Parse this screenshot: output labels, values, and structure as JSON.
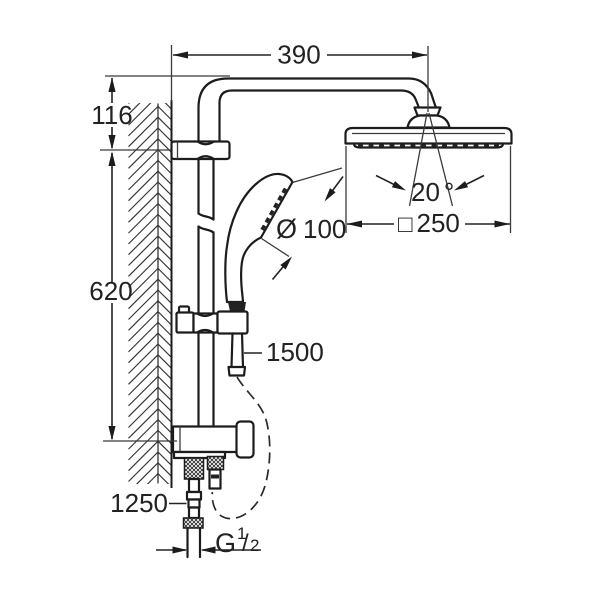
{
  "drawing": {
    "kind": "shower-system-dimension-diagram",
    "labels": {
      "arm_reach": "390",
      "head_offset": "116",
      "rail_length": "620",
      "shower_hose_length": "1500",
      "connection_hose_length": "1250",
      "spray_angle_value": "20",
      "degree_symbol": "°",
      "square_symbol": "□",
      "head_size": "250",
      "diameter_symbol": "Ø",
      "hand_shower_size": "100",
      "thread": {
        "letter": "G",
        "numerator": "1",
        "slash": "/",
        "denominator": "2"
      }
    },
    "colors": {
      "ink": "#1c1c1c",
      "background": "#ffffff"
    }
  }
}
